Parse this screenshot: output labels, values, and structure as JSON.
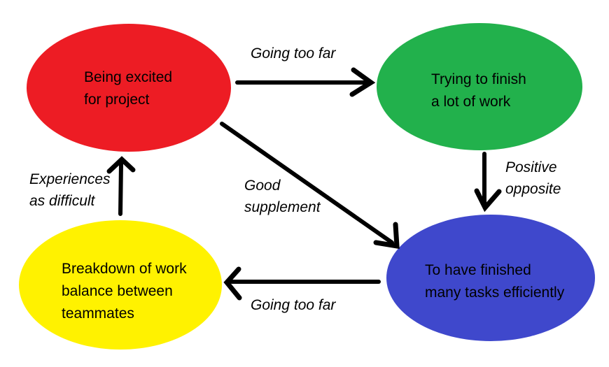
{
  "diagram": {
    "background": "#ffffff",
    "ink_color": "#000000",
    "nodes": {
      "red": {
        "lines": [
          "Being excited",
          "for project"
        ],
        "color": "#ed1c24",
        "text_color": "#000000"
      },
      "green": {
        "lines": [
          "Trying to finish",
          "a lot of work"
        ],
        "color": "#22b14c",
        "text_color": "#000000"
      },
      "blue": {
        "lines": [
          "To have finished",
          "many tasks efficiently"
        ],
        "color": "#3f48cc",
        "text_color": "#000000"
      },
      "yellow": {
        "lines": [
          "Breakdown of work",
          "balance between",
          "teammates"
        ],
        "color": "#fff200",
        "text_color": "#000000"
      }
    },
    "edges": {
      "red_to_green": {
        "from": "red",
        "to": "green",
        "label": "Going too far"
      },
      "green_to_blue": {
        "from": "green",
        "to": "blue",
        "lines": [
          "Positive",
          "opposite"
        ]
      },
      "red_to_blue": {
        "from": "red",
        "to": "blue",
        "lines": [
          "Good",
          "supplement"
        ]
      },
      "blue_to_yellow": {
        "from": "blue",
        "to": "yellow",
        "label": "Going too far"
      },
      "yellow_to_red": {
        "from": "yellow",
        "to": "red",
        "lines": [
          "Experiences",
          "as difficult"
        ]
      }
    }
  }
}
